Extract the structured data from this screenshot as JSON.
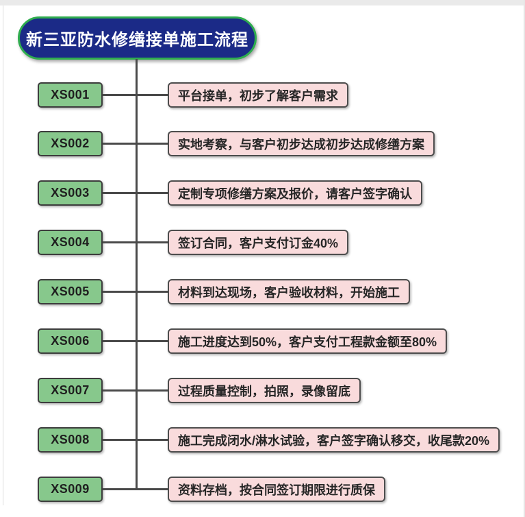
{
  "title": {
    "text": "新三亚防水修缮接单施工流程"
  },
  "steps": [
    {
      "code": "XS001",
      "label": "平台接单，初步了解客户需求"
    },
    {
      "code": "XS002",
      "label": "实地考察，与客户初步达成初步达成修缮方案"
    },
    {
      "code": "XS003",
      "label": "定制专项修缮方案及报价，请客户签字确认"
    },
    {
      "code": "XS004",
      "label": "签订合同，客户支付订金40%"
    },
    {
      "code": "XS005",
      "label": "材料到达现场，客户验收材料，开始施工"
    },
    {
      "code": "XS006",
      "label": "施工进度达到50%，客户支付工程款金额至80%"
    },
    {
      "code": "XS007",
      "label": "过程质量控制，拍照，录像留底"
    },
    {
      "code": "XS008",
      "label": "施工完成闭水/淋水试验，客户签字确认移交，收尾款20%"
    },
    {
      "code": "XS009",
      "label": "资料存档，按合同签订期限进行质保"
    }
  ],
  "colors": {
    "bg": "#ffffff",
    "frame": "#eaeaea",
    "line": "#4a4a4a",
    "title-fill": "#1b2a87",
    "title-border": "#2fad4e",
    "title-text": "#ffffff",
    "green-fill": "#87c88c",
    "green-border": "#3d3d3d",
    "green-text": "#1f1f1f",
    "pink-fill": "#f9dbdc",
    "pink-border": "#4d4d4d",
    "pink-text": "#262626"
  }
}
